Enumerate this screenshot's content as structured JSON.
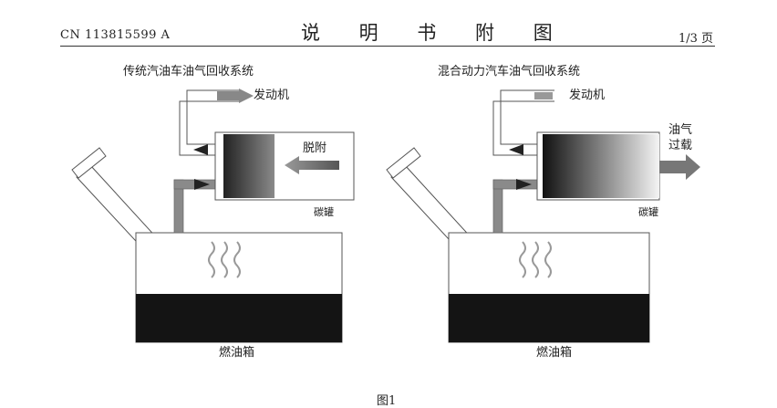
{
  "header": {
    "patent_number": "CN 113815599 A",
    "title": "说 明 书 附 图",
    "page": "1/3 页"
  },
  "figure": {
    "caption": "图1",
    "left": {
      "title": "传统汽油车油气回收系统",
      "engine_label": "发动机",
      "desorb_label": "脱附",
      "canister_label": "碳罐",
      "tank_label": "燃油箱"
    },
    "right": {
      "title": "混合动力汽车油气回收系统",
      "engine_label": "发动机",
      "overload_label_line1": "油气",
      "overload_label_line2": "过载",
      "canister_label": "碳罐",
      "tank_label": "燃油箱"
    }
  }
}
